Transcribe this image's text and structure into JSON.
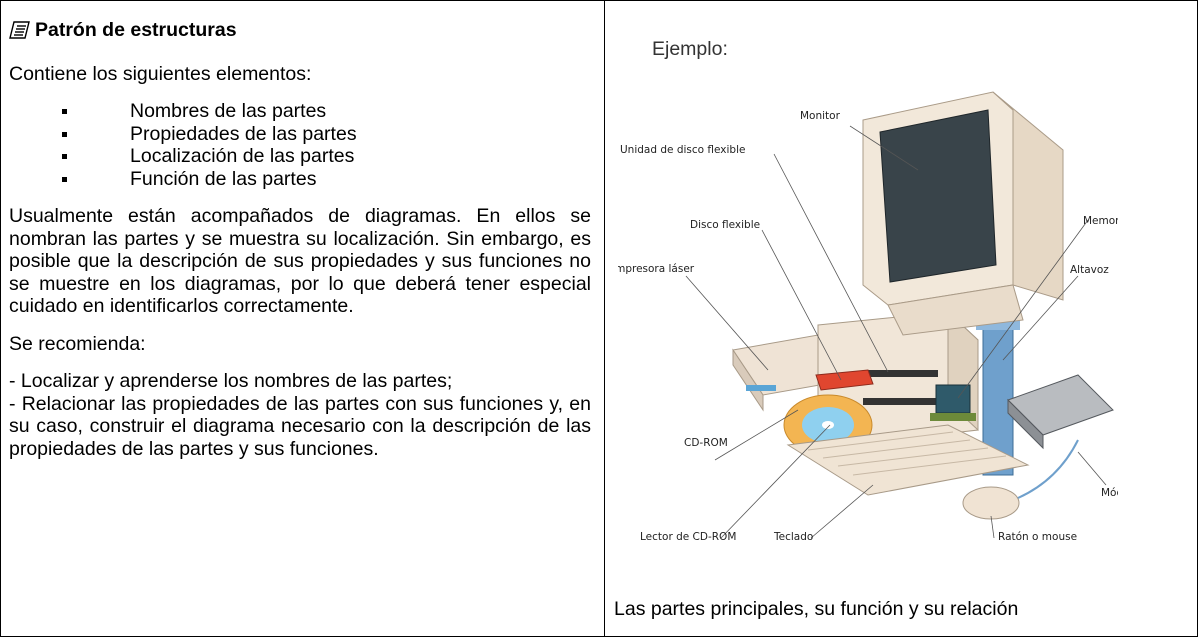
{
  "left": {
    "heading": "Patrón de estructuras",
    "intro": "Contiene los siguientes elementos:",
    "bullets": [
      "Nombres de las partes",
      "Propiedades de las partes",
      "Localización de las partes",
      "Función de las partes"
    ],
    "paragraph": "Usualmente están acompañados de diagramas. En ellos se nombran las partes y se muestra su localización. Sin embargo, es posible que la descripción de sus propiedades y sus funciones no se muestre en los diagramas, por lo que deberá tener especial cuidado en identificarlos correctamente.",
    "recommend": "Se recomienda:",
    "rec_1": "- Localizar y aprenderse los nombres de las partes;",
    "rec_2": "- Relacionar las propiedades de las partes con sus funciones y, en su caso, construir el diagrama necesario con la descripción de las propiedades de las partes y sus funciones."
  },
  "right": {
    "example_label": "Ejemplo:",
    "caption": "Las partes principales, su función y su relación",
    "labels": {
      "monitor": "Monitor",
      "floppy_drive": "Unidad de disco flexible",
      "floppy_disk": "Disco flexible",
      "memory": "Memoria",
      "printer": "Impresora láser",
      "speaker": "Altavoz",
      "cdrom": "CD-ROM",
      "modem": "Módem",
      "cd_reader": "Lector de CD-ROM",
      "keyboard": "Teclado",
      "mouse": "Ratón o mouse"
    },
    "icon": "notepad-icon"
  }
}
